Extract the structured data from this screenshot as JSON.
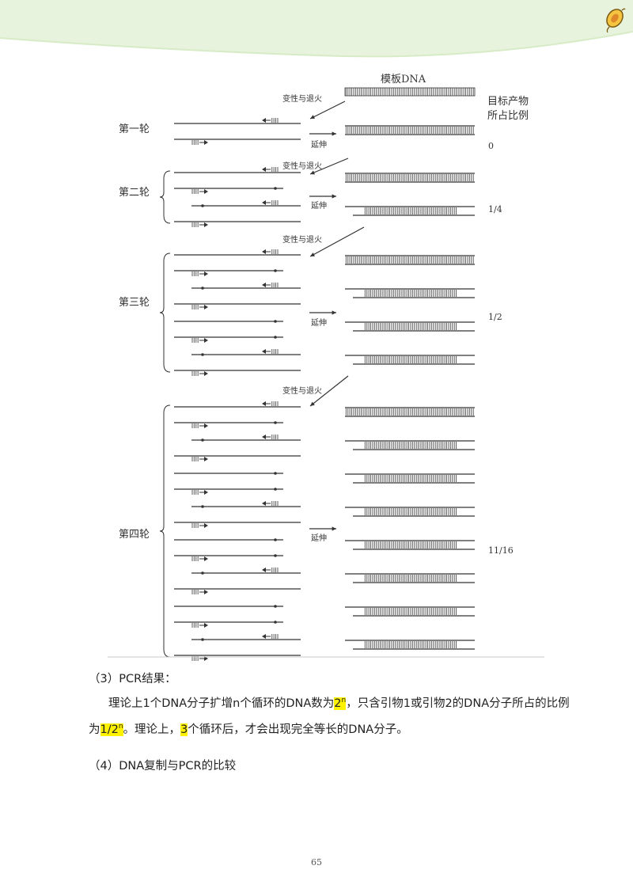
{
  "diagram": {
    "template_label": "模板DNA",
    "ratio_header": [
      "目标产物",
      "所占比例"
    ],
    "step_denature": "变性与退火",
    "step_extend": "延伸",
    "rounds": [
      {
        "label": "第一轮",
        "ratio": "0"
      },
      {
        "label": "第二轮",
        "ratio": "1/4"
      },
      {
        "label": "第三轮",
        "ratio": "1/2"
      },
      {
        "label": "第四轮",
        "ratio": "11/16"
      }
    ]
  },
  "section3": {
    "heading": "（3）PCR结果：",
    "p1_a": "理论上1个DNA分子扩增n个循环的DNA数为",
    "p1_hl1_base": "2",
    "p1_hl1_sup": "n",
    "p1_b": "，只含引物1或引物2的DNA分子所占的比例",
    "p2_a": "为",
    "p2_hl2_base": "1/2",
    "p2_hl2_sup": "n",
    "p2_b": "。理论上，",
    "p2_hl3": "3",
    "p2_c": "个循环后，才会出现完全等长的DNA分子。"
  },
  "section4": {
    "heading": "（4）DNA复制与PCR的比较"
  },
  "page_number": "65"
}
